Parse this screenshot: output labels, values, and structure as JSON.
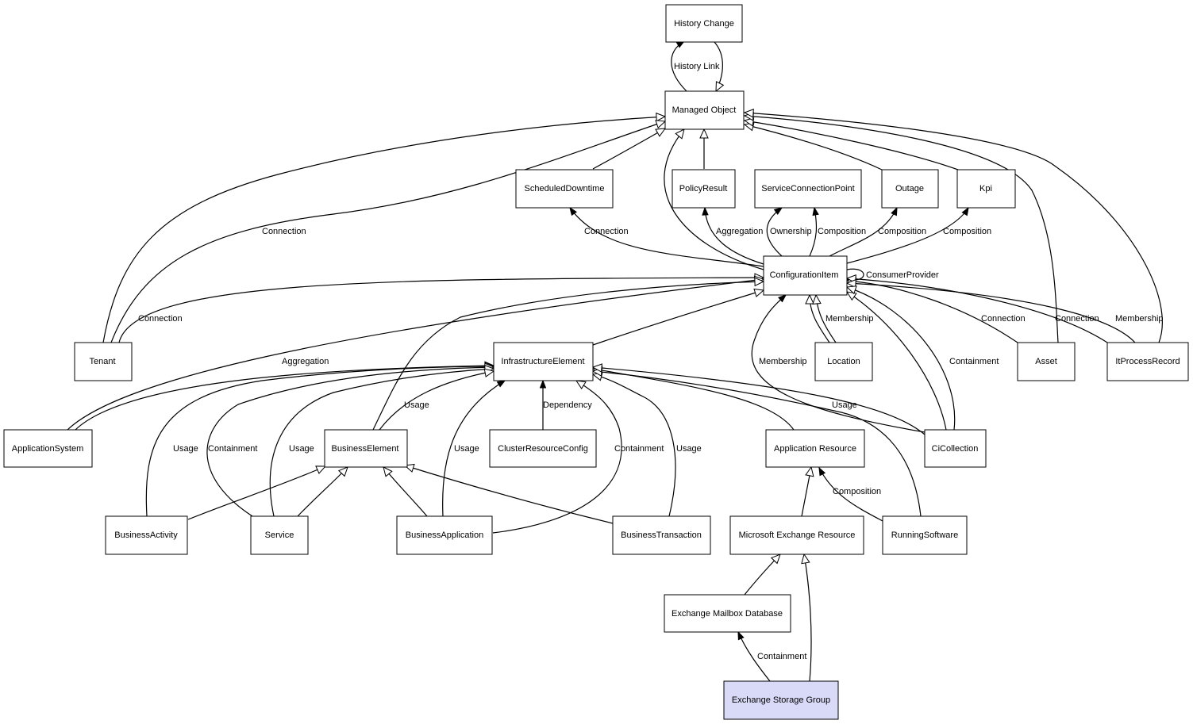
{
  "nodes": {
    "history_change": "History Change",
    "managed_object": "Managed Object",
    "scheduled_downtime": "ScheduledDowntime",
    "policy_result": "PolicyResult",
    "service_connection_point": "ServiceConnectionPoint",
    "outage": "Outage",
    "kpi": "Kpi",
    "configuration_item": "ConfigurationItem",
    "tenant": "Tenant",
    "infrastructure_element": "InfrastructureElement",
    "location": "Location",
    "asset": "Asset",
    "it_process_record": "ItProcessRecord",
    "application_system": "ApplicationSystem",
    "business_element": "BusinessElement",
    "cluster_resource_config": "ClusterResourceConfig",
    "application_resource": "Application Resource",
    "ci_collection": "CiCollection",
    "business_activity": "BusinessActivity",
    "service": "Service",
    "business_application": "BusinessApplication",
    "business_transaction": "BusinessTransaction",
    "microsoft_exchange_resource": "Microsoft Exchange Resource",
    "running_software": "RunningSoftware",
    "exchange_mailbox_database": "Exchange Mailbox Database",
    "exchange_storage_group": "Exchange Storage Group"
  },
  "edge_labels": {
    "history_link": "History Link",
    "connection": "Connection",
    "aggregation": "Aggregation",
    "ownership": "Ownership",
    "composition": "Composition",
    "consumer_provider": "ConsumerProvider",
    "membership": "Membership",
    "containment": "Containment",
    "usage": "Usage",
    "dependency": "Dependency"
  },
  "colors": {
    "highlight_fill": "#d9d9f8",
    "stroke": "#000000",
    "background": "#ffffff"
  }
}
